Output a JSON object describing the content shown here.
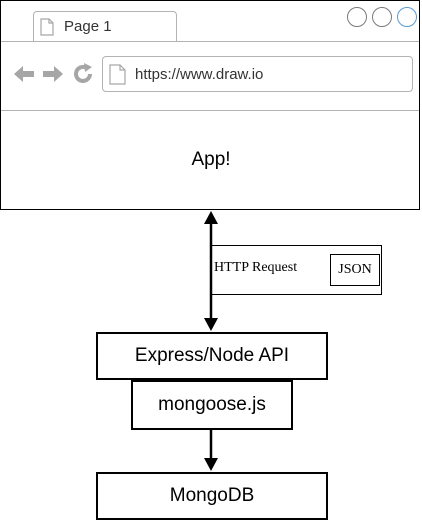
{
  "browser": {
    "tab_label": "Page 1",
    "url": "https://www.draw.io",
    "app_label": "App!",
    "window_buttons": [
      {
        "name": "window-button-1",
        "icon": "circle-icon"
      },
      {
        "name": "window-button-2",
        "icon": "circle-icon"
      },
      {
        "name": "window-button-3",
        "icon": "circle-icon",
        "accent": "#5a9bd5"
      }
    ],
    "nav_icons": [
      "back-arrow-icon",
      "forward-arrow-icon",
      "refresh-icon"
    ]
  },
  "connector": {
    "request_label": "HTTP Request",
    "payload_label": "JSON"
  },
  "stack": {
    "api_label": "Express/Node API",
    "odm_label": "mongoose.js",
    "db_label": "MongoDB"
  },
  "colors": {
    "chrome_gray": "#b3b3b3",
    "icon_gray": "#a6a6a6",
    "accent_blue": "#5a9bd5"
  }
}
